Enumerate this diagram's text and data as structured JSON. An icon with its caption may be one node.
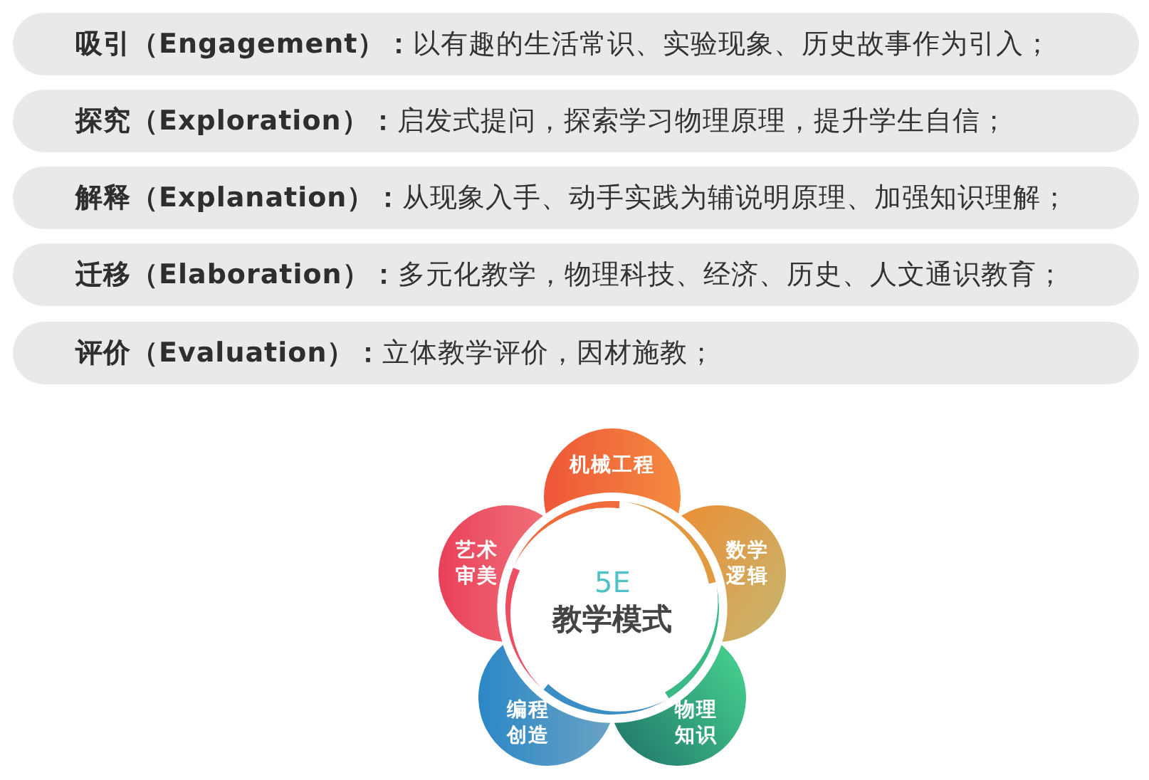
{
  "diagram": {
    "nodes": [
      {
        "text": [
          "**吸引（Engagement）：**以有趣的生活常识、实验现象、历史故事作为引入；"
        ]
      },
      {
        "text": [
          "**探究（Exploration）：**启发式提问，探索学习物理原理，提升学生自信；"
        ]
      },
      {
        "text": [
          "**解释（Explanation）：**从现象入手、动手实践为辅说明原理、加强知识理解；"
        ]
      },
      {
        "text": [
          "**迁移（Elaboration）：**多元化教学，物理科技、经济、历史、人文通识教育；"
        ]
      },
      {
        "text": [
          "**评价（Evaluation）：**立体教学评价，因材施教；"
        ]
      },
      {
        "text": [
          "5E",
          "教学模式"
        ]
      },
      {
        "text": [
          "机械工程"
        ]
      },
      {
        "text": [
          "数学逻辑"
        ]
      },
      {
        "text": [
          "物理知识"
        ]
      },
      {
        "text": [
          "编程创造"
        ]
      },
      {
        "text": [
          "艺术审美"
        ]
      }
    ]
  }
}
